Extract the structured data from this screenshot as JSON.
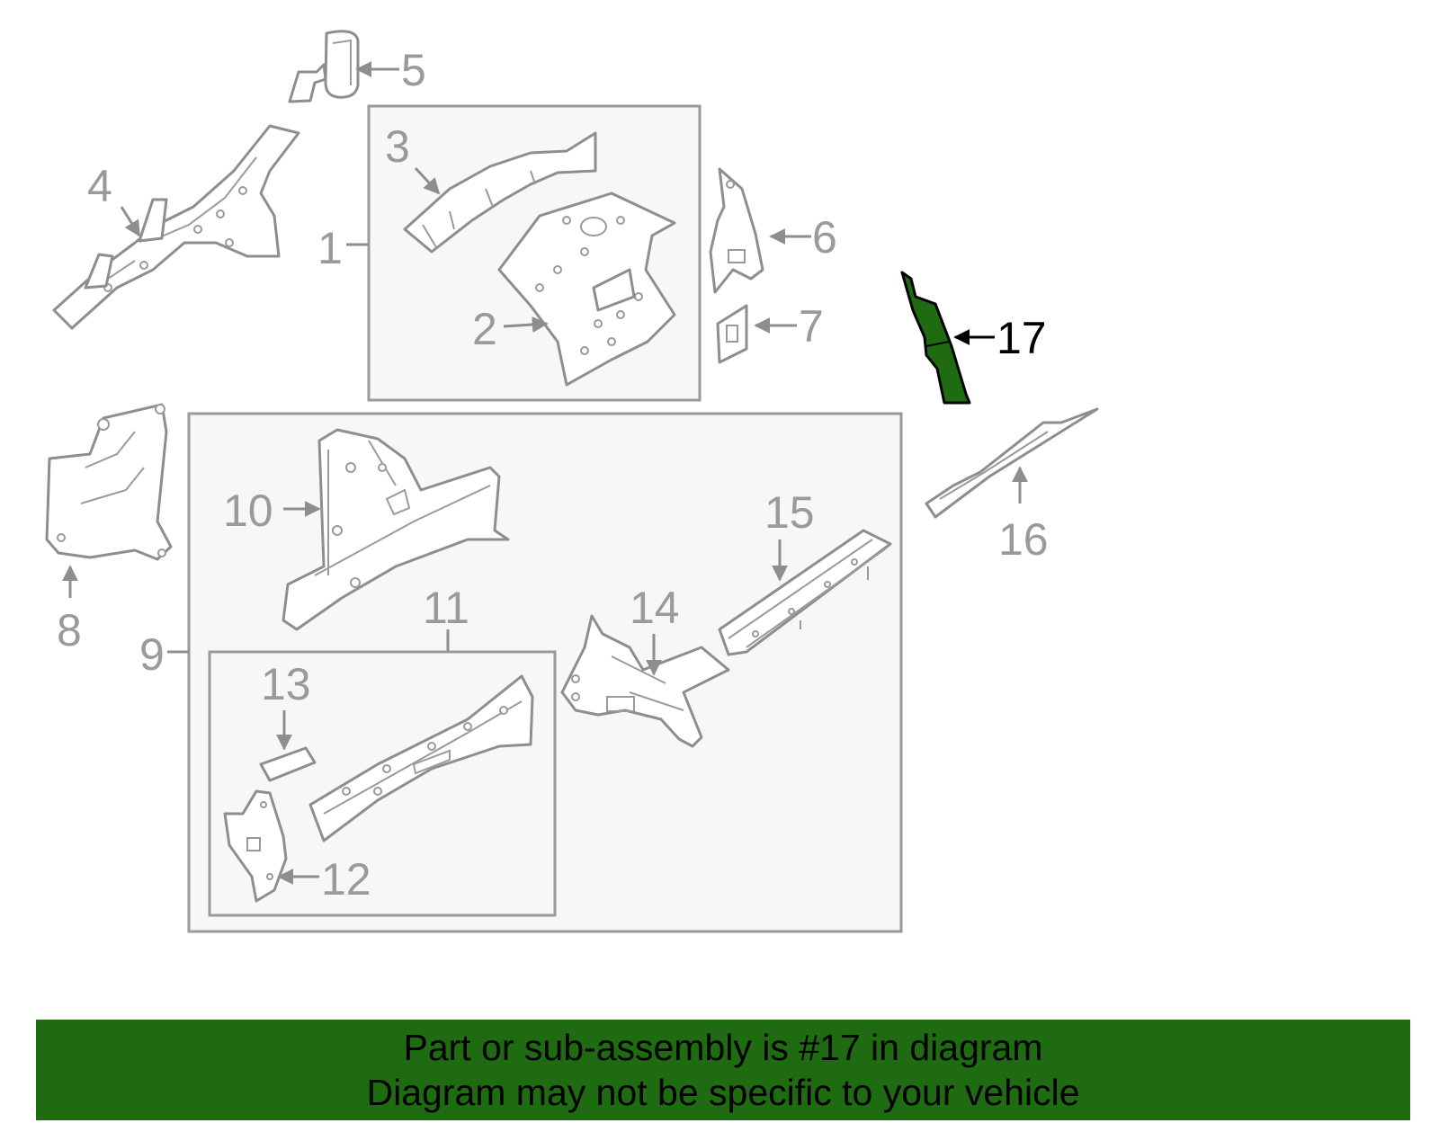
{
  "diagram": {
    "callouts": [
      "1",
      "2",
      "3",
      "4",
      "5",
      "6",
      "7",
      "8",
      "9",
      "10",
      "11",
      "12",
      "13",
      "14",
      "15",
      "16",
      "17"
    ],
    "highlighted_callout": "17",
    "highlight_color": "#1f6b12",
    "callout_color": "#9a9a9a"
  },
  "banner": {
    "line1": "Part or sub-assembly is #17 in diagram",
    "line2": "Diagram may not be specific to your vehicle",
    "color": "#1f6b12"
  }
}
